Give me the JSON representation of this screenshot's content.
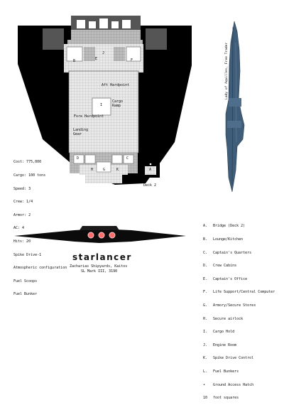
{
  "plan_labels": {
    "aft_hardpoint": "Aft Hardpoint",
    "fore_hardpoint": "Fore Hardpoint",
    "cargo_ramp": "Cargo\nRamp",
    "landing_gear": "Landing\nGear",
    "room_letters": [
      "J",
      "B",
      "E",
      "F",
      "D",
      "C",
      "I",
      "A",
      "H",
      "G",
      "K"
    ]
  },
  "deck2": {
    "caption": "Deck 2",
    "letter": "A"
  },
  "side_view": {
    "caption": "Lady of Aquilles, Free Trader"
  },
  "stats": [
    "Cost: 775,000",
    "Cargo: 100 tons",
    "Speed: 3",
    "Crew: 1/4",
    "Armor: 2",
    "AC: 4",
    "Hits: 20",
    "Spike Drive-1",
    "Atmospheric configuration",
    "Fuel Scoops",
    "Fuel Bunker"
  ],
  "legend": [
    {
      "key": "A.",
      "text": "Bridge (Deck 2)"
    },
    {
      "key": "B.",
      "text": "Lounge/Kitchen"
    },
    {
      "key": "C.",
      "text": "Captain's Quarters"
    },
    {
      "key": "D.",
      "text": "Crew Cabins"
    },
    {
      "key": "E.",
      "text": "Captain's Office"
    },
    {
      "key": "F.",
      "text": "Life Support/Central Computer"
    },
    {
      "key": "G.",
      "text": "Armory/Secure Stores"
    },
    {
      "key": "H.",
      "text": "Secure airlock"
    },
    {
      "key": "I.",
      "text": "Cargo Hold"
    },
    {
      "key": "J.",
      "text": "Engine Room"
    },
    {
      "key": "K.",
      "text": "Spike Drive Control"
    },
    {
      "key": "L.",
      "text": "Fuel Bunkers"
    },
    {
      "key": "•",
      "text": "Ground Access Hatch"
    },
    {
      "key": "10",
      "text": "foot squares"
    }
  ],
  "brand": {
    "name": "starlancer",
    "shipyard": "Zacharias Shipyards, Kaitos",
    "model": "SL Mark III, 3190"
  },
  "colors": {
    "hull": "#000000",
    "deck_light": "#e8e8e8",
    "deck_mid": "#bdbdbd",
    "deck_dark": "#7d7d7d",
    "side_view_blue": "#3f5d78",
    "engine_glow": "#ff6b6b"
  }
}
